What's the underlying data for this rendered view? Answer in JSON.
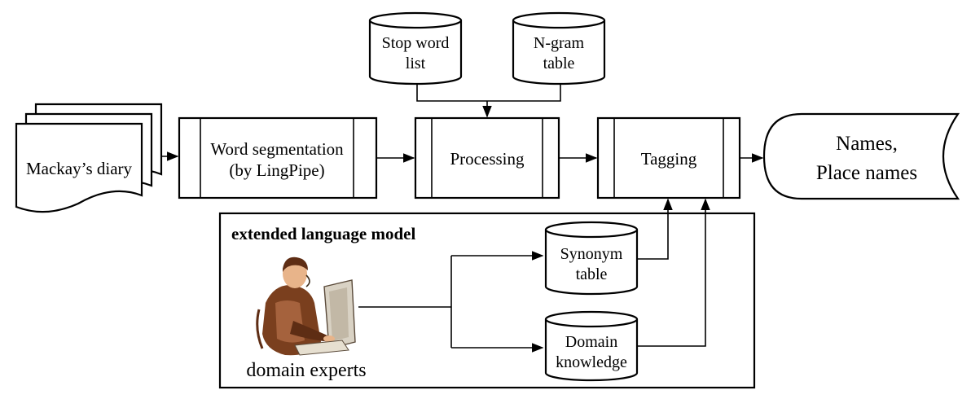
{
  "diagram": {
    "input": {
      "label": "Mackay’s diary"
    },
    "process_boxes": {
      "segmentation": {
        "line1": "Word segmentation",
        "line2": "(by LingPipe)"
      },
      "processing": {
        "label": "Processing"
      },
      "tagging": {
        "label": "Tagging"
      }
    },
    "databases": {
      "stop_word": {
        "line1": "Stop word",
        "line2": "list"
      },
      "ngram": {
        "line1": "N-gram",
        "line2": "table"
      },
      "synonym": {
        "line1": "Synonym",
        "line2": "table"
      },
      "domain": {
        "line1": "Domain",
        "line2": "knowledge"
      }
    },
    "output": {
      "line1": "Names,",
      "line2": "Place names"
    },
    "model_box": {
      "title": "extended language model"
    },
    "experts": {
      "label": "domain experts"
    }
  },
  "icons": {
    "experts": "person-at-computer-icon"
  },
  "colors": {
    "figure_skin": "#e8b48a",
    "figure_suit": "#7a3f1e",
    "figure_shade": "#b8724a"
  }
}
